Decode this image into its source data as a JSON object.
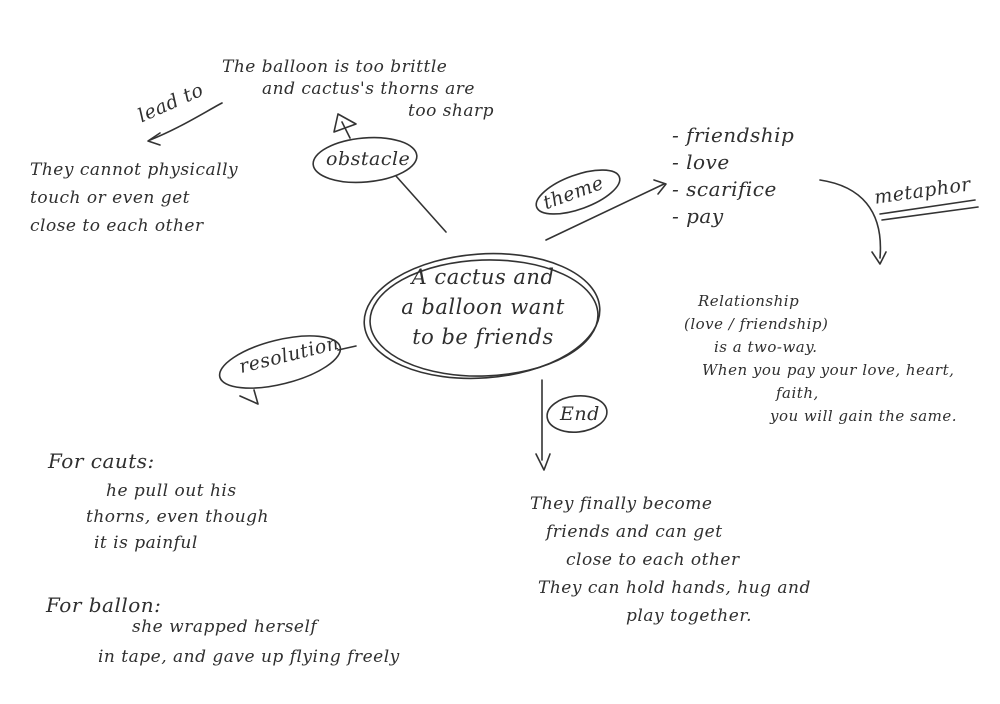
{
  "center": {
    "lines": [
      "A cactus and",
      "a balloon want",
      "to be friends"
    ]
  },
  "branches": {
    "obstacle": {
      "label": "obstacle",
      "lines": [
        "The balloon is too brittle",
        "and cactus's thorns are",
        "too sharp"
      ]
    },
    "lead_to": {
      "label": "lead to",
      "lines": [
        "They cannot physically",
        "touch or even get",
        "close to each other"
      ]
    },
    "theme": {
      "label": "theme",
      "items": [
        "- friendship",
        "- love",
        "- scarifice",
        "- pay"
      ]
    },
    "metaphor": {
      "label": "metaphor",
      "lines": [
        "Relationship",
        "(love / friendship)",
        "is a two-way.",
        "When you pay your love, heart,",
        "faith,",
        "you will gain the same."
      ]
    },
    "resolution": {
      "label": "resolution",
      "cactus_heading": "For cauts:",
      "cactus_lines": [
        "he pull out his",
        "thorns, even though",
        "it is painful"
      ],
      "balloon_heading": "For ballon:",
      "balloon_lines": [
        "she wrapped herself",
        "in tape, and gave up flying freely"
      ]
    },
    "end": {
      "label": "End",
      "lines": [
        "They finally become",
        "friends and can get",
        "close to each other",
        "They can hold hands, hug and",
        "play together."
      ]
    }
  },
  "colors": {
    "ink": "#2f2f2f",
    "background": "#ffffff"
  }
}
